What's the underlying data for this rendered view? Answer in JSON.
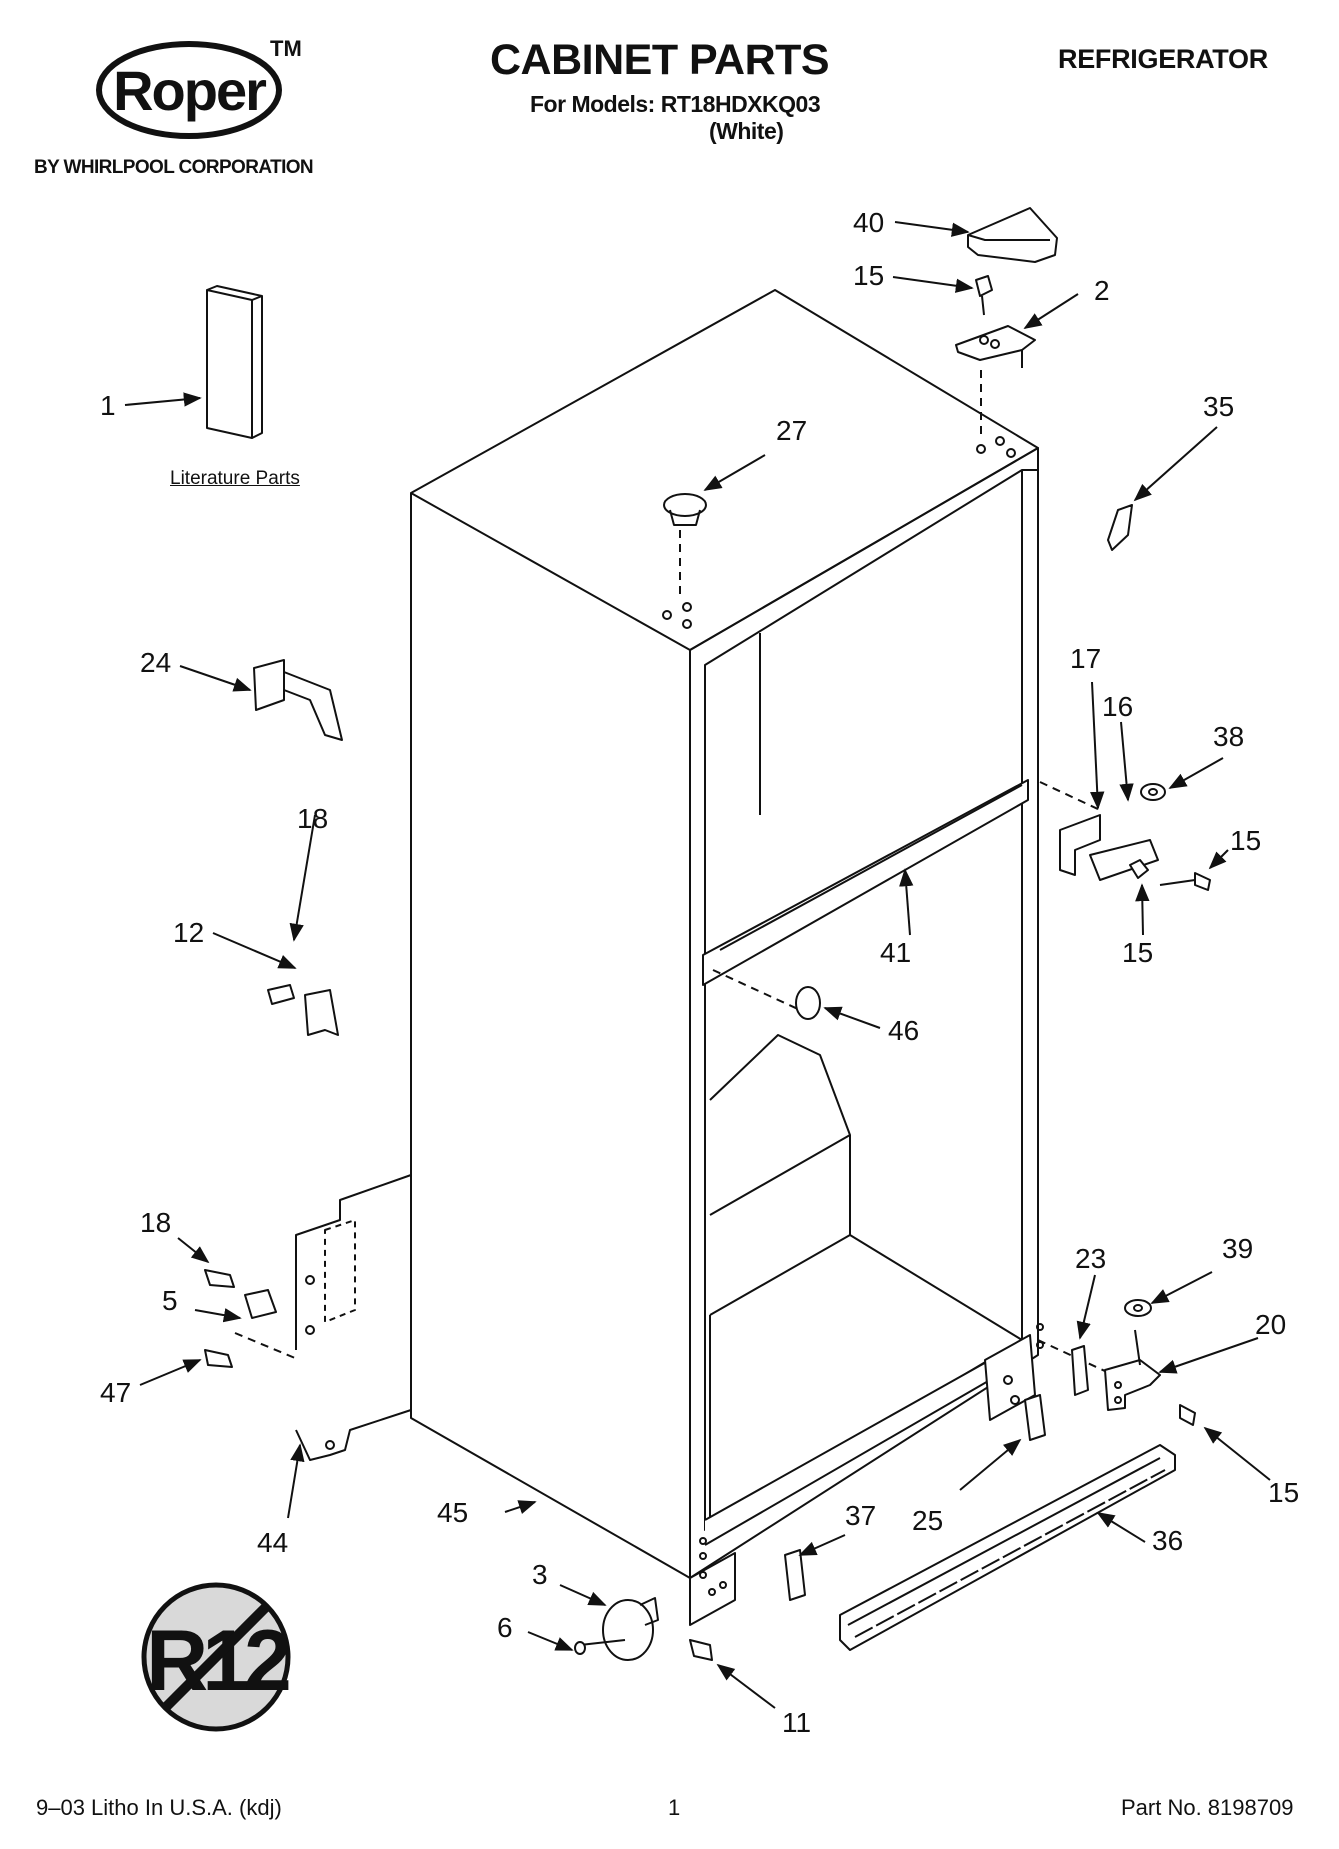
{
  "header": {
    "brand": "Roper",
    "trademark": "TM",
    "brand_subtitle": "BY WHIRLPOOL CORPORATION",
    "title": "CABINET PARTS",
    "models_line": "For Models: RT18HDXKQ03",
    "color_variant": "(White)",
    "product_type": "REFRIGERATOR"
  },
  "literature_label": "Literature Parts",
  "badge": {
    "text": "R12"
  },
  "callouts": [
    {
      "id": "c40",
      "label": "40"
    },
    {
      "id": "c15a",
      "label": "15"
    },
    {
      "id": "c2",
      "label": "2"
    },
    {
      "id": "c1",
      "label": "1"
    },
    {
      "id": "c27",
      "label": "27"
    },
    {
      "id": "c35",
      "label": "35"
    },
    {
      "id": "c24",
      "label": "24"
    },
    {
      "id": "c17",
      "label": "17"
    },
    {
      "id": "c16",
      "label": "16"
    },
    {
      "id": "c38",
      "label": "38"
    },
    {
      "id": "c15b",
      "label": "15"
    },
    {
      "id": "c18a",
      "label": "18"
    },
    {
      "id": "c12",
      "label": "12"
    },
    {
      "id": "c41",
      "label": "41"
    },
    {
      "id": "c15c",
      "label": "15"
    },
    {
      "id": "c46",
      "label": "46"
    },
    {
      "id": "c18b",
      "label": "18"
    },
    {
      "id": "c23",
      "label": "23"
    },
    {
      "id": "c39",
      "label": "39"
    },
    {
      "id": "c5",
      "label": "5"
    },
    {
      "id": "c20",
      "label": "20"
    },
    {
      "id": "c47",
      "label": "47"
    },
    {
      "id": "c15d",
      "label": "15"
    },
    {
      "id": "c45",
      "label": "45"
    },
    {
      "id": "c37",
      "label": "37"
    },
    {
      "id": "c25",
      "label": "25"
    },
    {
      "id": "c36",
      "label": "36"
    },
    {
      "id": "c44",
      "label": "44"
    },
    {
      "id": "c3",
      "label": "3"
    },
    {
      "id": "c6",
      "label": "6"
    },
    {
      "id": "c11",
      "label": "11"
    }
  ],
  "footer": {
    "litho": "9–03 Litho In U.S.A. (kdj)",
    "page_number": "1",
    "part_number": "Part No. 8198709"
  }
}
